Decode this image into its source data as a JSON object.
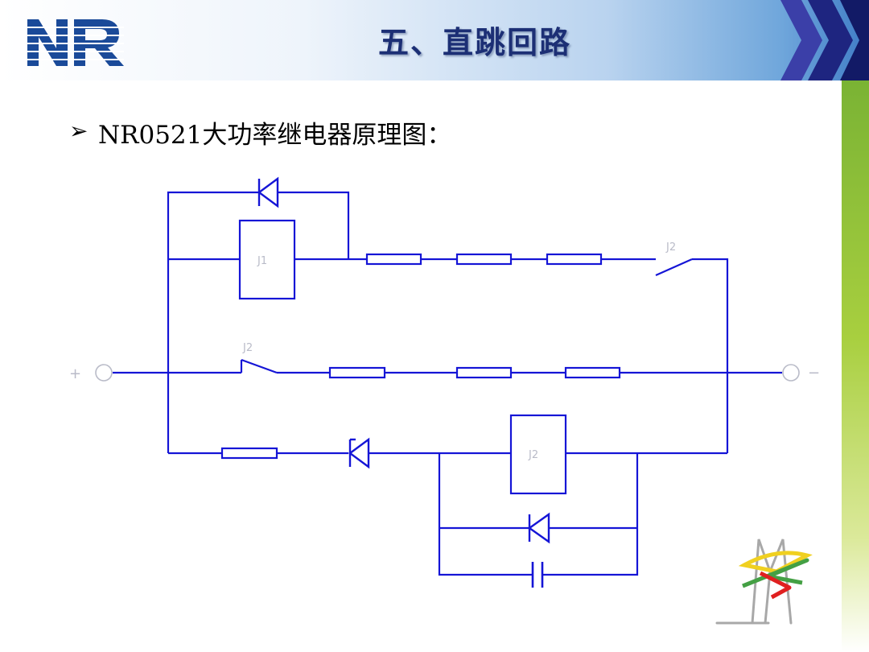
{
  "header": {
    "title": "五、直跳回路"
  },
  "content": {
    "bullet": "➢",
    "subtitle": "NR0521大功率继电器原理图："
  },
  "diagram": {
    "relay_j1": "J1",
    "relay_j2": "J2",
    "contact_top": "J2",
    "contact_mid": "J2",
    "terminal_plus": "+",
    "terminal_minus": "−",
    "wire_color": "#1515d6"
  },
  "colors": {
    "title": "#1c2f75",
    "accent_green": "#7ab334",
    "logo_blue": "#1a3a8f"
  }
}
